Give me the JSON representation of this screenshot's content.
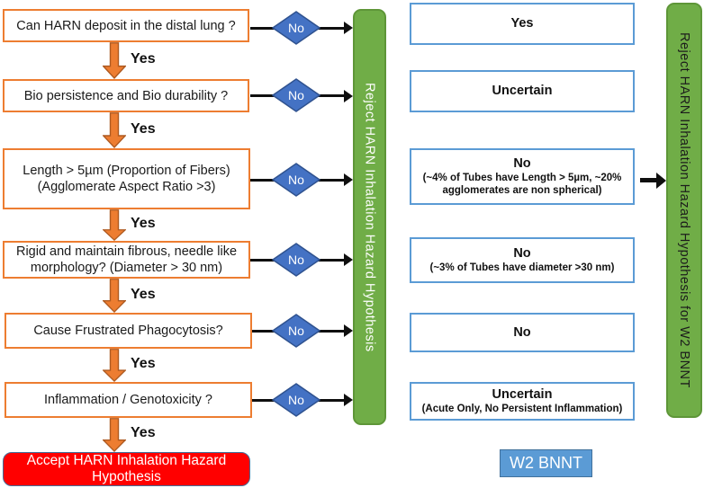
{
  "colors": {
    "question_border": "#ED7D31",
    "arrow_fill": "#ED7D31",
    "arrow_stroke": "#AE5A21",
    "diamond_fill": "#4472C4",
    "diamond_stroke": "#2F528F",
    "green_bar_fill": "#70AD47",
    "answer_border": "#5B9BD5",
    "accept_fill": "#FF0000",
    "w2_fill": "#5B9BD5",
    "connector": "#0F0F0F"
  },
  "flow": {
    "yes_label": "Yes",
    "no_label": "No",
    "questions": [
      {
        "line1": "Can HARN deposit in the distal lung ?",
        "line2": ""
      },
      {
        "line1": "Bio persistence and Bio durability ?",
        "line2": ""
      },
      {
        "line1": "Length > 5µm (Proportion of Fibers)",
        "line2": "(Agglomerate Aspect Ratio >3)"
      },
      {
        "line1": "Rigid and maintain fibrous, needle like",
        "line2": "morphology?  (Diameter > 30 nm)"
      },
      {
        "line1": "Cause Frustrated Phagocytosis?",
        "line2": ""
      },
      {
        "line1": "Inflammation / Genotoxicity ?",
        "line2": ""
      }
    ],
    "reject_bar_label": "Reject  HARN Inhalation Hazard Hypothesis",
    "accept_box": {
      "line1": "Accept HARN Inhalation Hazard",
      "line2": "Hypothesis"
    }
  },
  "answers": {
    "items": [
      {
        "title": "Yes",
        "subtitle": ""
      },
      {
        "title": "Uncertain",
        "subtitle": ""
      },
      {
        "title": "No",
        "subtitle": "(~4% of Tubes have Length > 5µm, ~20% agglomerates are non spherical)"
      },
      {
        "title": "No",
        "subtitle": "(~3% of Tubes have diameter >30 nm)"
      },
      {
        "title": "No",
        "subtitle": ""
      },
      {
        "title": "Uncertain",
        "subtitle": "(Acute Only, No Persistent Inflammation)"
      }
    ],
    "reject_bar_label": "Reject  HARN Inhalation Hazard Hypothesis for W2 BNNT",
    "w2_label": "W2 BNNT"
  }
}
